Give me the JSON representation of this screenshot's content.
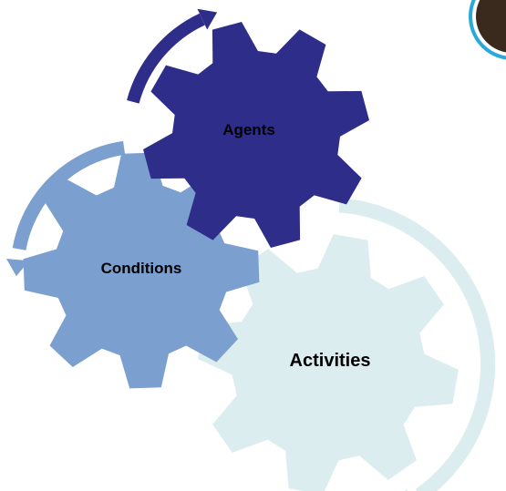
{
  "diagram": {
    "gears": [
      {
        "id": "agents",
        "label": "Agents",
        "color": "#2e2e8a",
        "label_color": "#ffffff"
      },
      {
        "id": "conditions",
        "label": "Conditions",
        "color": "#7b9fcf",
        "label_color": "#000000"
      },
      {
        "id": "activities",
        "label": "Activities",
        "color": "#dcedf0",
        "label_color": "#000000"
      }
    ],
    "arrows": [
      {
        "id": "agents-arrow",
        "color": "#2e2e8a"
      },
      {
        "id": "conditions-arrow",
        "color": "#7b9fcf"
      },
      {
        "id": "activities-arrow",
        "color": "#dcedf0"
      }
    ],
    "avatar_colors": {
      "ring": "#29a8dc",
      "fill": "#3a2a1e"
    }
  }
}
